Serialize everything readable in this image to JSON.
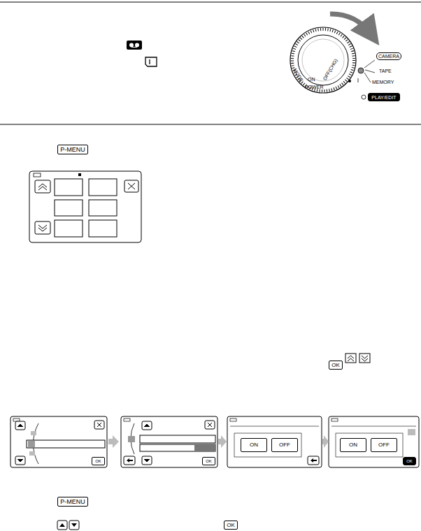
{
  "diagram": {
    "nodes": [
      {
        "text": [
          "CAMERA"
        ]
      },
      {
        "text": [
          "PLAY/EDIT"
        ]
      },
      {
        "text": [
          "P-MENU"
        ]
      },
      {
        "text": [
          "OK"
        ]
      },
      {
        "text": [
          "OK"
        ]
      },
      {
        "text": [
          "OK"
        ]
      },
      {
        "text": [
          "ON"
        ]
      },
      {
        "text": [
          "OFF"
        ]
      },
      {
        "text": [
          "ON"
        ]
      },
      {
        "text": [
          "OFF"
        ]
      },
      {
        "text": [
          "OK"
        ]
      },
      {
        "text": [
          "P-MENU"
        ]
      },
      {
        "text": [
          "OK"
        ]
      }
    ],
    "labels": [
      "MODE",
      "ON",
      "OFF(CHG)",
      "POWER",
      "TAPE",
      "MEMORY"
    ]
  }
}
